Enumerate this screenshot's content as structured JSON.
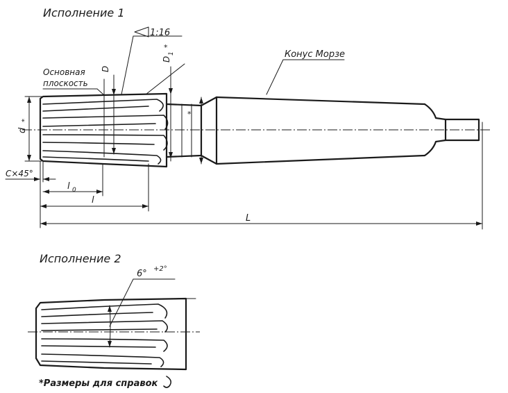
{
  "titles": {
    "variant1": "Исполнение 1",
    "variant2": "Исполнение 2"
  },
  "labels": {
    "taper_ratio": "1:16",
    "morse_taper": "Конус Морзе",
    "basic_plane_line1": "Основная",
    "basic_plane_line2": "плоскость",
    "D": "D",
    "D1": "D",
    "D1_sub": "1",
    "D1_star": "*",
    "d": "d",
    "d_star": "*",
    "chamfer": "C×45°",
    "l0": "l",
    "l0_sub": "0",
    "l": "l",
    "L": "L",
    "angle": "6°",
    "angle_tol": "+2°",
    "footnote": "*Размеры для справок"
  }
}
